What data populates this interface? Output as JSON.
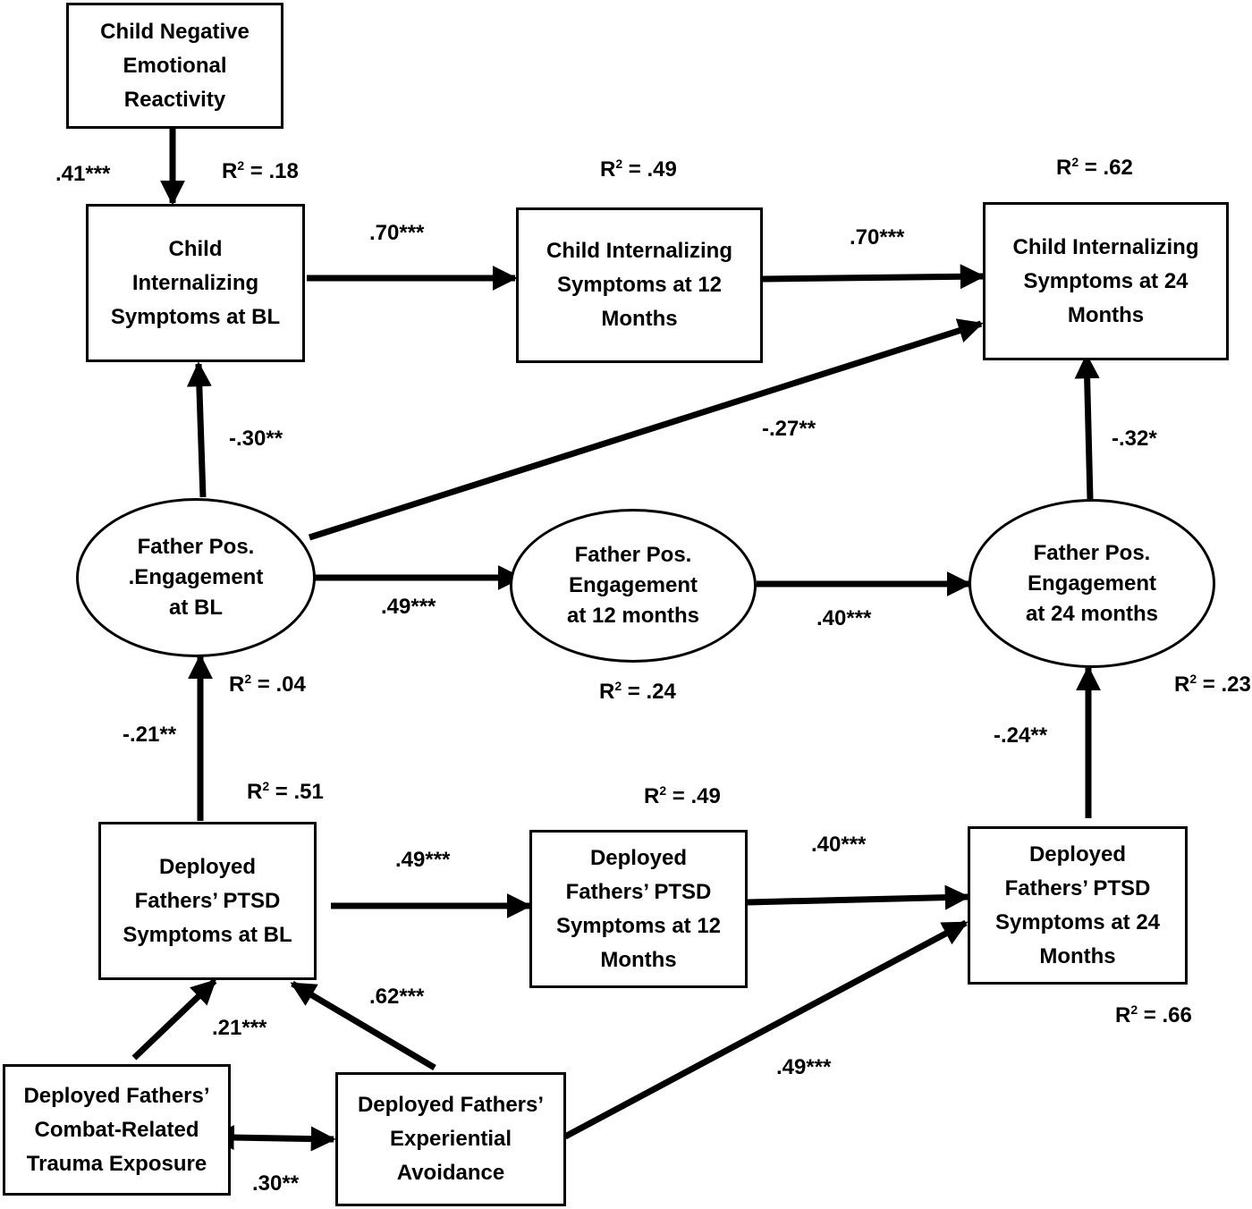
{
  "nodes": {
    "child_reactivity": "Child Negative\nEmotional\nReactivity",
    "child_int_bl": "Child\nInternalizing\nSymptoms at BL",
    "child_int_12": "Child Internalizing\nSymptoms at 12\nMonths",
    "child_int_24": "Child Internalizing\nSymptoms at 24\nMonths",
    "father_eng_bl": "Father Pos.\n.Engagement\nat BL",
    "father_eng_12": "Father Pos.\nEngagement\nat 12 months",
    "father_eng_24": "Father Pos.\nEngagement\nat 24 months",
    "ptsd_bl": "Deployed\nFathers’ PTSD\nSymptoms at BL",
    "ptsd_12": "Deployed\nFathers’ PTSD\nSymptoms at 12\nMonths",
    "ptsd_24": "Deployed\nFathers’ PTSD\nSymptoms at 24\nMonths",
    "trauma": "Deployed Fathers’\nCombat-Related\nTrauma Exposure",
    "avoidance": "Deployed Fathers’\nExperiential\nAvoidance"
  },
  "coefficients": {
    "reactivity_to_int_bl": ".41***",
    "int_bl_to_12": ".70***",
    "int_12_to_24": ".70***",
    "eng_bl_to_int_bl": "-.30**",
    "eng_bl_to_int_24": "-.27**",
    "eng_24_to_int_24": "-.32*",
    "eng_bl_to_12": ".49***",
    "eng_12_to_24": ".40***",
    "ptsd_bl_to_eng_bl": "-.21**",
    "ptsd_24_to_eng_24": "-.24**",
    "ptsd_bl_to_12": ".49***",
    "ptsd_12_to_24": ".40***",
    "trauma_to_ptsd_bl": ".21***",
    "avoidance_to_ptsd_bl": ".62***",
    "avoidance_to_ptsd_24": ".49***",
    "trauma_avoidance_cov": ".30**"
  },
  "r_squared": {
    "prefix": "R",
    "exponent": "2",
    "int_bl": " = .18",
    "int_12": " = .49",
    "int_24": " = .62",
    "eng_bl": " = .04",
    "eng_12": " = .24",
    "eng_24": " = .23",
    "ptsd_bl": " = .51",
    "ptsd_12": " = .49",
    "ptsd_24": " = .66"
  }
}
